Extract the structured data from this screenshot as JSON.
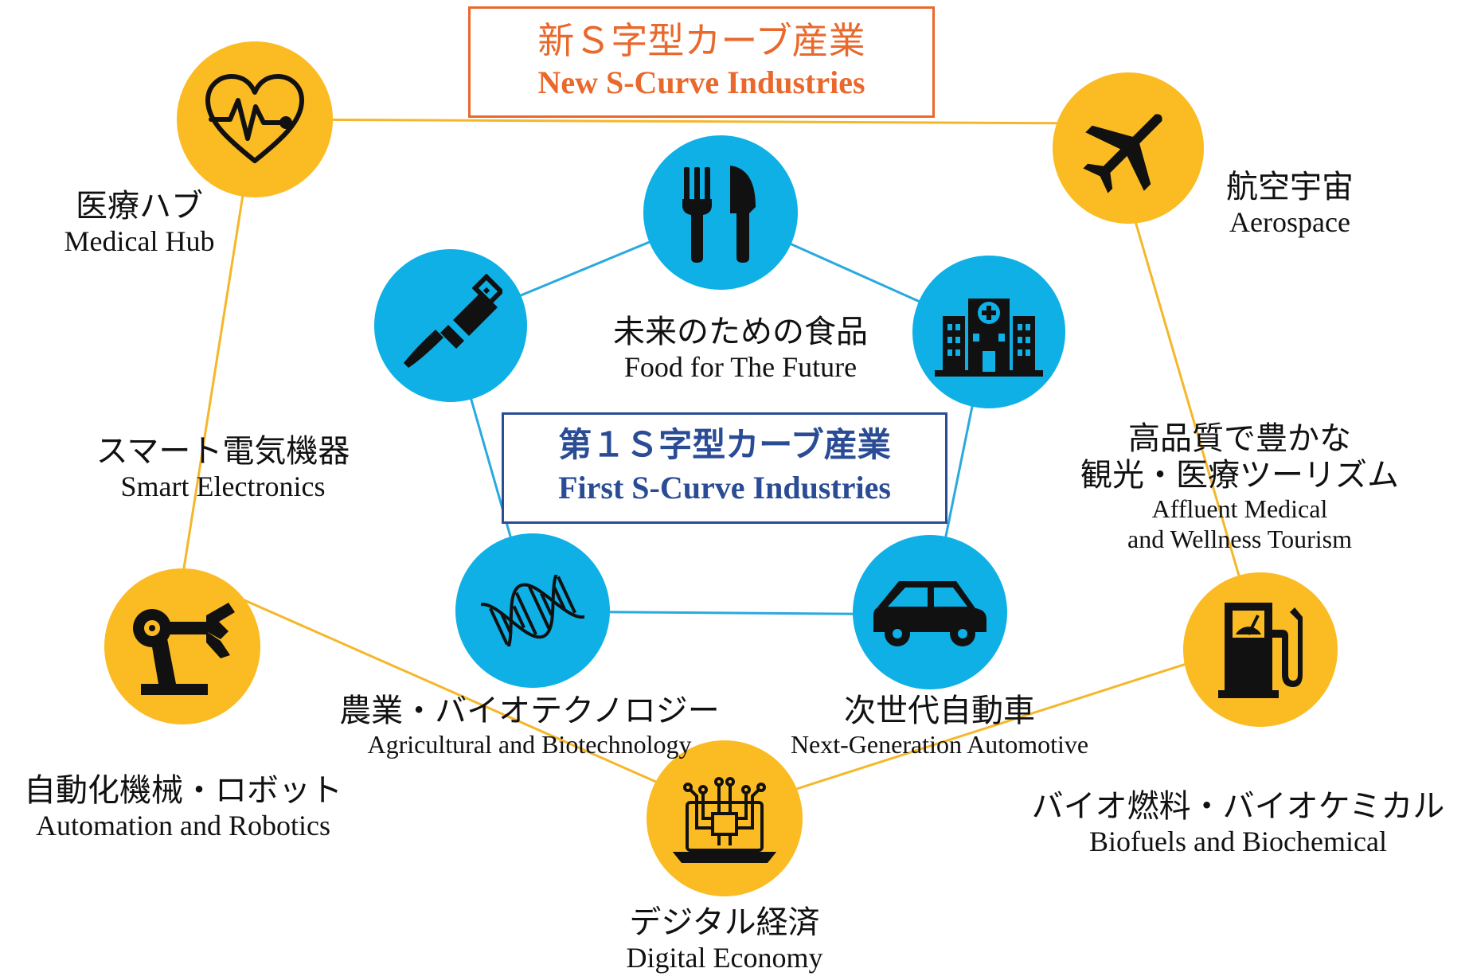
{
  "titles": {
    "new": {
      "jp": "新Ｓ字型カーブ産業",
      "en": "New S-Curve Industries"
    },
    "first": {
      "jp": "第１Ｓ字型カーブ産業",
      "en": "First S-Curve Industries"
    }
  },
  "first_curve": {
    "food": {
      "jp": "未来のための食品",
      "en": "Food for The Future",
      "icon": "fork-knife-icon"
    },
    "electronics": {
      "jp": "スマート電気機器",
      "en": "Smart Electronics",
      "icon": "usb-plug-icon"
    },
    "tourism": {
      "jp1": "高品質で豊かな",
      "jp2": "観光・医療ツーリズム",
      "en1": "Affluent Medical",
      "en2": "and Wellness Tourism",
      "icon": "hospital-icon"
    },
    "agri": {
      "jp": "農業・バイオテクノロジー",
      "en": "Agricultural and Biotechnology",
      "icon": "dna-icon"
    },
    "auto": {
      "jp": "次世代自動車",
      "en": "Next-Generation Automotive",
      "icon": "car-icon"
    }
  },
  "new_curve": {
    "medical": {
      "jp": "医療ハブ",
      "en": "Medical Hub",
      "icon": "heart-pulse-icon"
    },
    "aero": {
      "jp": "航空宇宙",
      "en": "Aerospace",
      "icon": "airplane-icon"
    },
    "robotics": {
      "jp": "自動化機械・ロボット",
      "en": "Automation and Robotics",
      "icon": "robot-arm-icon"
    },
    "biofuel": {
      "jp": "バイオ燃料・バイオケミカル",
      "en": "Biofuels and Biochemical",
      "icon": "fuel-pump-icon"
    },
    "digital": {
      "jp": "デジタル経済",
      "en": "Digital Economy",
      "icon": "laptop-circuit-icon"
    }
  },
  "colors": {
    "blue": "#0eb0e6",
    "yellow": "#fbbb23",
    "orange_title": "#e9682c",
    "navy_title": "#2a4c95",
    "blue_line": "#2aa9de",
    "yellow_line": "#f5b72a"
  }
}
